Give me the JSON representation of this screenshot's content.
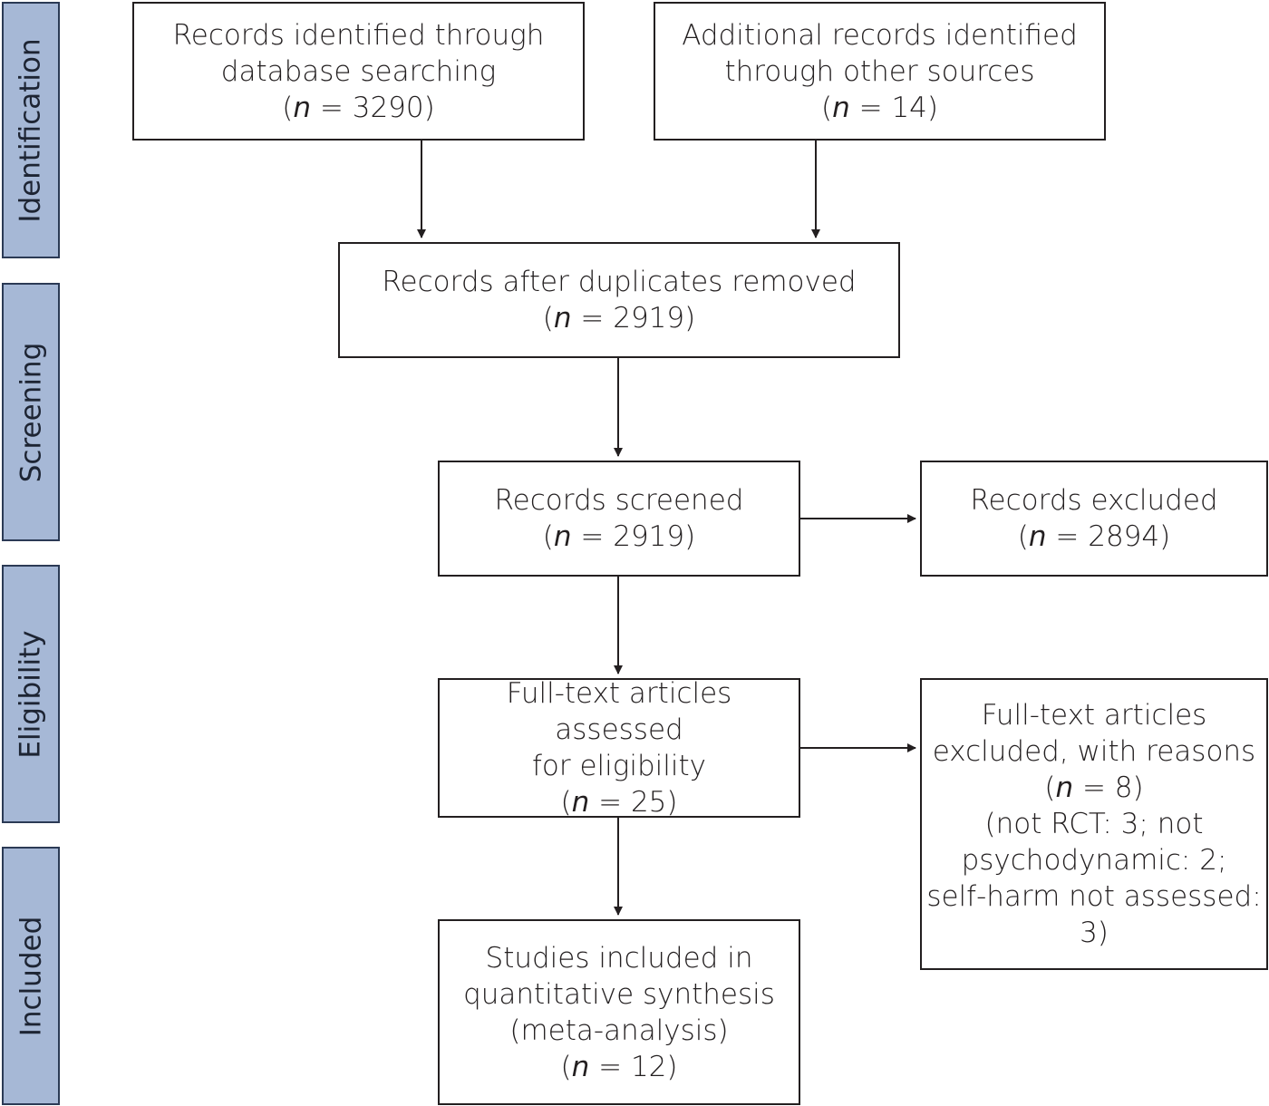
{
  "phases": {
    "identification": "Identification",
    "screening": "Screening",
    "eligibility": "Eligibility",
    "included": "Included"
  },
  "boxes": {
    "database": {
      "lines": [
        "Records identified through",
        "database searching"
      ],
      "n_prefix": "(",
      "n_var": "n",
      "n_suffix": " = 3290)"
    },
    "other": {
      "lines": [
        "Additional records identified",
        "through other sources"
      ],
      "n_prefix": "(",
      "n_var": "n",
      "n_suffix": " = 14)"
    },
    "duplicates": {
      "lines": [
        "Records after duplicates removed"
      ],
      "n_prefix": "(",
      "n_var": "n",
      "n_suffix": " = 2919)"
    },
    "screened": {
      "lines": [
        "Records screened"
      ],
      "n_prefix": "(",
      "n_var": "n",
      "n_suffix": " = 2919)"
    },
    "excluded": {
      "lines": [
        "Records excluded"
      ],
      "n_prefix": "(",
      "n_var": "n",
      "n_suffix": " = 2894)"
    },
    "fulltext": {
      "lines": [
        "Full-text articles assessed",
        "for eligibility"
      ],
      "n_prefix": "(",
      "n_var": "n",
      "n_suffix": " = 25)"
    },
    "fulltext_excluded": {
      "lines": [
        "Full-text articles",
        "excluded, with reasons"
      ],
      "n_prefix": "(",
      "n_var": "n",
      "n_suffix": " = 8)",
      "reasons": [
        "(not RCT: 3; not",
        "psychodynamic: 2;",
        "self-harm not assessed:",
        "3)"
      ]
    },
    "included": {
      "lines": [
        "Studies included in",
        "quantitative synthesis",
        "(meta-analysis)"
      ],
      "n_prefix": "(",
      "n_var": "n",
      "n_suffix": " = 12)"
    }
  },
  "colors": {
    "phase_fill": "#a6b8d6",
    "phase_border": "#2b3a55",
    "line": "#231f20"
  }
}
